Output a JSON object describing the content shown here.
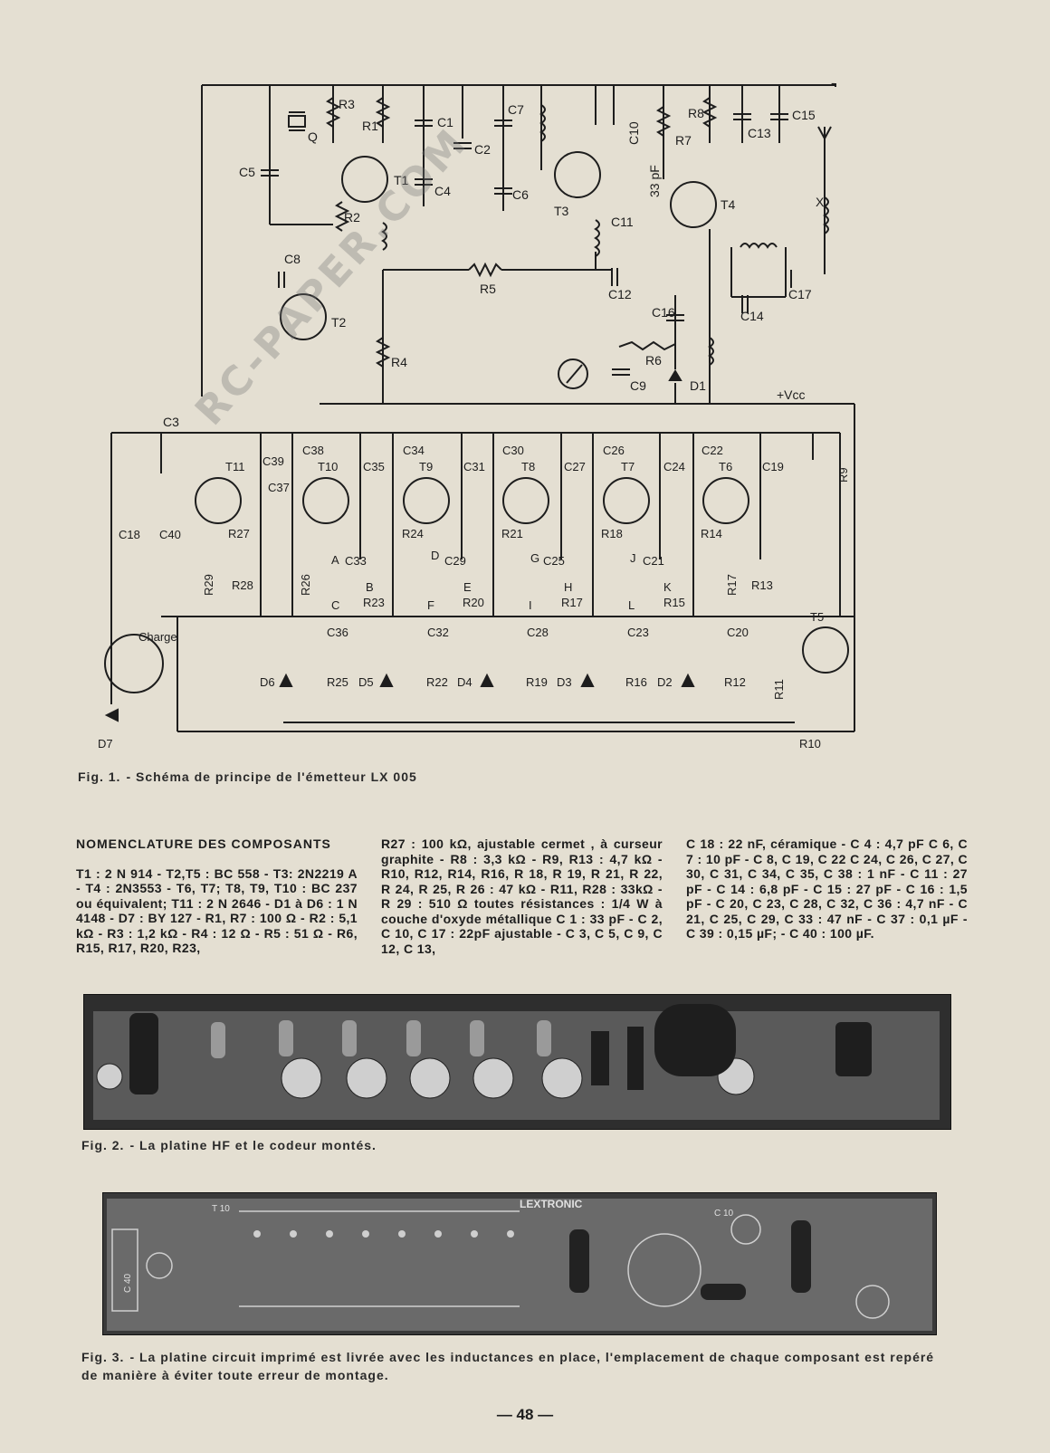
{
  "figures": {
    "fig1": {
      "number": "Fig. 1.",
      "caption": "- Schéma de principe de l'émetteur  LX 005"
    },
    "fig2": {
      "number": "Fig. 2.",
      "caption": "- La platine HF et le codeur montés."
    },
    "fig3": {
      "number": "Fig. 3.",
      "caption": "- La platine circuit imprimé est livrée avec les inductances en place, l'emplacement de chaque composant  est repéré de manière à éviter toute erreur de montage."
    }
  },
  "watermark": "RC-PAPER.COM",
  "schematic": {
    "labels": {
      "r3": "R3",
      "q": "Q",
      "r1": "R1",
      "c1": "C1",
      "c7": "C7",
      "c2": "C2",
      "c10": "C10",
      "r7": "R7",
      "r8": "R8",
      "c13": "C13",
      "c15": "C15",
      "c5": "C5",
      "t1": "T1",
      "c4": "C4",
      "c6": "C6",
      "t3": "T3",
      "pf33": "33 pF",
      "t4": "T4",
      "x": "X",
      "r2": "R2",
      "c11": "C11",
      "c8": "C8",
      "r5": "R5",
      "c12": "C12",
      "c17": "C17",
      "c14": "C14",
      "t2": "T2",
      "c16": "C16",
      "r6": "R6",
      "r4": "R4",
      "c9": "C9",
      "d1": "D1",
      "vcc": "+Vcc",
      "c3": "C3",
      "t11": "T11",
      "c39": "C39",
      "c38": "C38",
      "t10": "T10",
      "c35": "C35",
      "c34": "C34",
      "t9": "T9",
      "c31": "C31",
      "c30": "C30",
      "t8": "T8",
      "c27": "C27",
      "c26": "C26",
      "t7": "T7",
      "c24": "C24",
      "c22": "C22",
      "t6": "T6",
      "c19": "C19",
      "r9": "R9",
      "c37": "C37",
      "c18": "C18",
      "c40": "C40",
      "r27": "R27",
      "r24": "R24",
      "r21": "R21",
      "r18": "R18",
      "r14": "R14",
      "a": "A",
      "c33": "C33",
      "d": "D",
      "c29": "C29",
      "g": "G",
      "c25": "C25",
      "j": "J",
      "c21": "C21",
      "r29": "R29",
      "r28": "R28",
      "r26": "R26",
      "b": "B",
      "r23": "R23",
      "e": "E",
      "r20": "R20",
      "h": "H",
      "r17b": "R17",
      "k": "K",
      "r15": "R15",
      "r17": "R17",
      "r13": "R13",
      "c": "C",
      "f": "F",
      "i": "I",
      "l": "L",
      "charge": "Charge",
      "c36": "C36",
      "c32": "C32",
      "c28": "C28",
      "c23": "C23",
      "c20": "C20",
      "t5": "T5",
      "d6": "D6",
      "r25": "R25",
      "d5": "D5",
      "r22": "R22",
      "d4": "D4",
      "r19": "R19",
      "d3": "D3",
      "r16": "R16",
      "d2": "D2",
      "r12": "R12",
      "r11": "R11",
      "d7": "D7",
      "r10": "R10",
      "minus": "-"
    }
  },
  "nomenclature": {
    "title": "NOMENCLATURE DES COMPOSANTS",
    "col1": "T1 : 2 N 914 - T2,T5 : BC 558 - T3: 2N2219 A - T4 : 2N3553 - T6, T7; T8, T9, T10 : BC 237 ou équivalent; T11 : 2 N 2646 - D1 à D6 : 1 N 4148 - D7 : BY 127 - R1, R7 : 100 Ω - R2 : 5,1 kΩ - R3 : 1,2 kΩ - R4 : 12 Ω - R5 : 51 Ω - R6, R15, R17, R20, R23,",
    "col2": "R27 : 100 kΩ, ajustable cermet , à curseur graphite - R8 : 3,3 kΩ - R9, R13 : 4,7 kΩ - R10, R12, R14, R16, R 18, R 19, R 21, R 22, R 24, R 25, R 26 : 47 kΩ - R11, R28 : 33kΩ - R 29 : 510 Ω toutes résistances : 1/4 W à couche d'oxyde métallique C 1 : 33 pF - C 2, C 10, C 17 : 22pF ajustable - C 3, C 5, C 9, C 12, C 13,",
    "col3": "C 18 : 22 nF, céramique - C 4 : 4,7 pF C 6, C 7 : 10 pF - C 8, C 19, C 22 C 24, C 26, C 27, C 30, C 31, C 34, C 35, C 38 : 1 nF - C 11 : 27 pF - C 14 : 6,8 pF - C 15 : 27 pF - C 16 : 1,5 pF - C 20, C 23, C 28, C 32, C 36 : 4,7 nF - C 21, C 25, C 29, C 33 : 47 nF - C 37 : 0,1 µF - C 39 : 0,15 µF; - C 40 : 100 µF."
  },
  "photo3_labels": {
    "lextronic": "LEXTRONIC",
    "c10": "C 10",
    "c40": "C 40",
    "t10": "T 10"
  },
  "page_number": "— 48 —"
}
